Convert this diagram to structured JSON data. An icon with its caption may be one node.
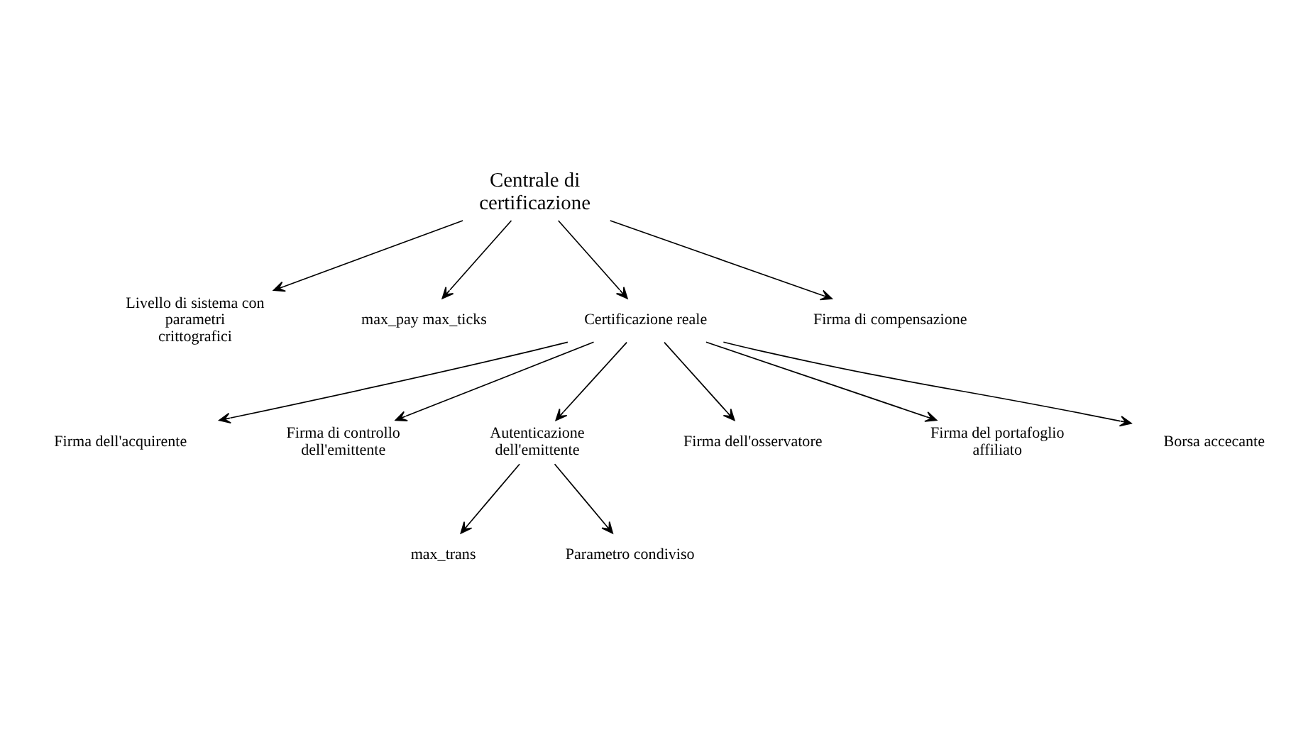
{
  "diagram": {
    "nodes": [
      {
        "text": [
          "Centrale di certificazione"
        ]
      },
      {
        "text": [
          "Livello di sistema con parametri crittografici"
        ]
      },
      {
        "text": [
          "max_pay max_ticks"
        ]
      },
      {
        "text": [
          "Certificazione reale"
        ]
      },
      {
        "text": [
          "Firma di compensazione"
        ]
      },
      {
        "text": [
          "Firma dell'acquirente"
        ]
      },
      {
        "text": [
          "Firma di controllo dell'emittente"
        ]
      },
      {
        "text": [
          "Autenticazione dell'emittente"
        ]
      },
      {
        "text": [
          "Firma dell'osservatore"
        ]
      },
      {
        "text": [
          "Firma del portafoglio affiliato"
        ]
      },
      {
        "text": [
          "Borsa accecante"
        ]
      },
      {
        "text": [
          "max_trans"
        ]
      },
      {
        "text": [
          "Parametro condiviso"
        ]
      }
    ],
    "edges": [
      {
        "from": 0,
        "to": 1,
        "arrow": "to"
      },
      {
        "from": 0,
        "to": 2,
        "arrow": "to"
      },
      {
        "from": 0,
        "to": 3,
        "arrow": "to"
      },
      {
        "from": 0,
        "to": 4,
        "arrow": "to"
      },
      {
        "from": 3,
        "to": 5,
        "arrow": "to"
      },
      {
        "from": 3,
        "to": 6,
        "arrow": "to"
      },
      {
        "from": 3,
        "to": 7,
        "arrow": "to"
      },
      {
        "from": 3,
        "to": 8,
        "arrow": "to"
      },
      {
        "from": 3,
        "to": 9,
        "arrow": "to"
      },
      {
        "from": 3,
        "to": 10,
        "arrow": "to"
      },
      {
        "from": 7,
        "to": 11,
        "arrow": "to"
      },
      {
        "from": 7,
        "to": 12,
        "arrow": "to"
      }
    ]
  }
}
